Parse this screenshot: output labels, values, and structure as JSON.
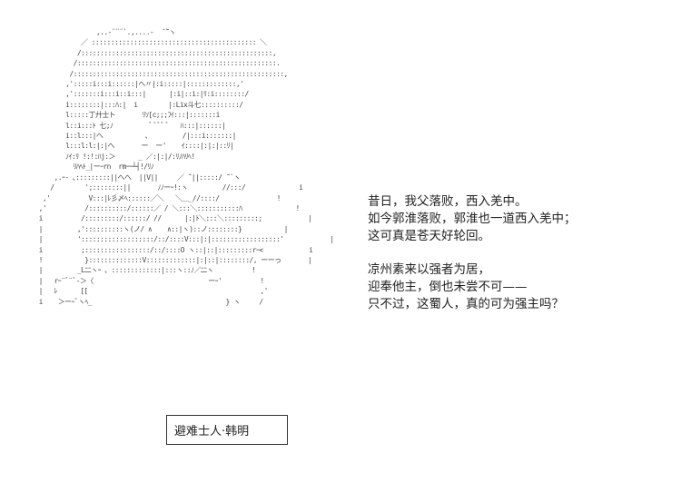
{
  "art": {
    "lines": [
      "                  ,..-¨¨¨`.,....-  ̄ ̄`ヽ",
      "              ／ ::::::::::::::::::::::::::::::::::::::::::: ＼",
      "             /::::::::::::::::::::::::::::::::::::::::::::::::::,",
      "            /::::::::::::::::::::::::::::::::::::::::::::::::::::.",
      "           /:::::::::::::::::::::::::::::::::::::::::::::::::::::::,",
      "          ,':::::i:::i::::::|へ〃|:i:::::|:::::::::::::,'",
      "          ,':::::::i:::i::i:::|      |:i|::i:|ﾘ:i::::::::/",
      "          i::::::::|:::ﾊ:|  i        |:Lix斗七::::::::::/",
      "          l:::::丁廾士ト       ﾘｿ[c;;;ﾌｲ:::|:::::::i",
      "          l::i:::ﾄ 七;ﾉ          ﾞ ﾞﾞﾞ ﾞ   ﾊ:::|::::::|",
      "          i::l:::|へ           、        /|:::i:::::::|",
      "          l:::l:l:|:|へ       ー  ー'    ｲ::::|:|:|::ﾘ|",
      "          ﾉｲ:ﾘ !:!:ﾊj:＞      _ ／:|:|/:ﾘﾉﾊﾘﾍ!",
      "            ﾘﾊﾍﾄ_|ーｰrn  rmｰｰ┴┤!/ﾘﾉ",
      "       ,.ｰ‐ ､:::::::::||へへ  ||V||     ／ ̄¨||:::::/ ̄¨`ヽ",
      "      /        ';::::::::||       ﾉﾉーｰ!:ヽ         //:::/              i",
      "    ,'          V:::|ﾚ彡〆ﾍ::::::／＼   ＼＿_//::::/               !",
      "   ,'          /::::::::::/::::::／ / ＼:::＼:::::::::::ﾊ              !",
      "   i          /:::::::::/::::::/ //      |:|ﾄ＼:::＼:::::::::;            |",
      "   |         ,'::::::::::ヽ(ノ/ ∧    ∧::|ヽ)::ノ::::::::}           |",
      "   |         ':::::::::::::::::::/::/::::V:::|:|::::::::::::::::::'            |",
      "   i          ;:::::::::::::::::/::/::::O ヽ::|::|:::::::::rｰ<            i",
      "   !           }::::::::::::::V:::::::::::::|:|::|::::::::/, ーーっ       |",
      "   |         _Lﾆﾆヽｰ 、:::::::::::::|:::ヽ::ﾉ／ﾆﾆヽ          !",
      "   |   rｰ¨ﾞ¨ﾞ-＞〈                              ーｰ'          !",
      "   |   ﾚ      [[                                             ,'",
      "   i    ＞ーｰﾞヽﾍ_                                   } ヽ     /"
    ]
  },
  "namebox": {
    "label": "避难士人·韩明"
  },
  "dialogue": {
    "block1": [
      "昔日，我父落败，西入羌中。",
      "如今郭淮落败，郭淮也一道西入羌中；",
      "这可真是苍天好轮回。"
    ],
    "block2": [
      "凉州素来以强者为居，",
      "迎奉他主，倒也未尝不可——",
      "只不过，这蜀人，真的可为强主吗？"
    ]
  }
}
